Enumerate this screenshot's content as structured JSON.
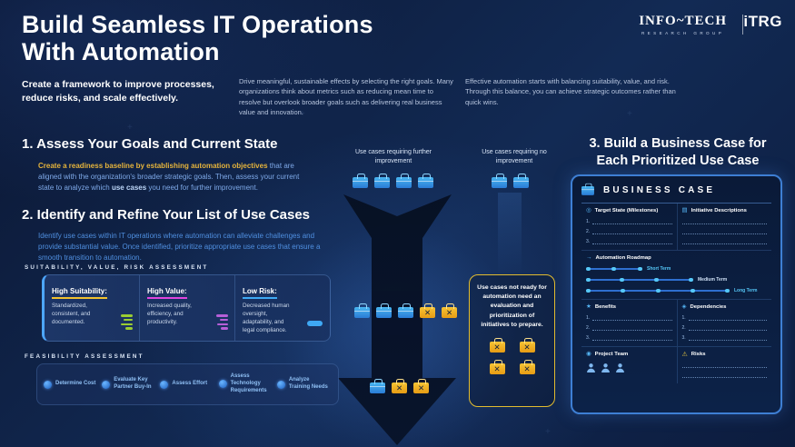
{
  "colors": {
    "background": "#0b1733",
    "accent_yellow": "#f2c230",
    "accent_magenta": "#e044e0",
    "accent_blue": "#3fa9f5",
    "accent_green": "#9acd32",
    "panel_border": "#3e7fd4"
  },
  "icons": {
    "use_case": "briefcase-icon",
    "use_case_not_ready": "briefcase-x-icon",
    "warning": "warning-triangle-icon",
    "team": "person-icon"
  },
  "icon_glyphs": {
    "x_mark": "✕",
    "target": "◎",
    "initiative": "▤",
    "roadmap": "→",
    "benefits": "★",
    "dependencies": "◈",
    "risks": "⚠",
    "team": "◉"
  },
  "header": {
    "title_line1": "Build Seamless IT Operations",
    "title_line2": "With Automation",
    "subtitle": "Create a framework to improve processes, reduce risks, and scale effectively.",
    "intro_goals": "Drive meaningful, sustainable effects by selecting the right goals. Many organizations think about metrics such as reducing mean time to resolve but overlook broader goals such as delivering real business value and innovation.",
    "intro_balance": "Effective automation starts with balancing suitability, value, and risk. Through this balance, you can achieve strategic outcomes rather than quick wins.",
    "brand_name": "INFO~TECH",
    "brand_sub": "RESEARCH GROUP",
    "brand_short": "iTRG"
  },
  "section1": {
    "heading": "1. Assess Your Goals and Current State",
    "body_highlight": "Create a readiness baseline by establishing automation objectives",
    "body_mid": " that are aligned with the organization's broader strategic goals. Then, assess your current state to analyze which ",
    "body_bold": "use cases",
    "body_end": " you need for further improvement."
  },
  "flow": {
    "further_label": "Use cases requiring further improvement",
    "none_label": "Use cases requiring no improvement"
  },
  "section2": {
    "heading": "2. Identify and Refine Your List of Use Cases",
    "body": "Identify use cases within IT operations where automation can alleviate challenges and provide substantial value. Once identified, prioritize appropriate use cases that ensure a smooth transition to automation."
  },
  "suitability": {
    "label": "SUITABILITY, VALUE, RISK ASSESSMENT",
    "columns": [
      {
        "title": "High Suitability:",
        "text": "Standardized, consistent, and documented.",
        "accent": "#f2c230"
      },
      {
        "title": "High Value:",
        "text": "Increased quality, efficiency, and productivity.",
        "accent": "#e044e0"
      },
      {
        "title": "Low Risk:",
        "text": "Decreased human oversight, adaptability, and legal compliance.",
        "accent": "#3fa9f5"
      }
    ]
  },
  "feasibility": {
    "label": "FEASIBILITY ASSESSMENT",
    "items": [
      {
        "label": "Determine Cost"
      },
      {
        "label": "Evaluate Key Partner Buy-In"
      },
      {
        "label": "Assess Effort"
      },
      {
        "label": "Assess Technology Requirements"
      },
      {
        "label": "Analyze Training Needs"
      }
    ]
  },
  "not_ready": {
    "text": "Use cases not ready for automation need an evaluation and prioritization of initiatives to prepare."
  },
  "section3": {
    "heading_line1": "3. Build a Business Case for",
    "heading_line2": "Each Prioritized Use Case"
  },
  "business_case": {
    "title": "BUSINESS CASE",
    "target_state_label": "Target State (Milestones)",
    "initiative_label": "Initiative Descriptions",
    "roadmap_label": "Automation Roadmap",
    "terms": [
      "Short Term",
      "Medium Term",
      "Long Term"
    ],
    "benefits_label": "Benefits",
    "dependencies_label": "Dependencies",
    "team_label": "Project Team",
    "risks_label": "Risks",
    "numbers": [
      "1.",
      "2.",
      "3."
    ]
  }
}
